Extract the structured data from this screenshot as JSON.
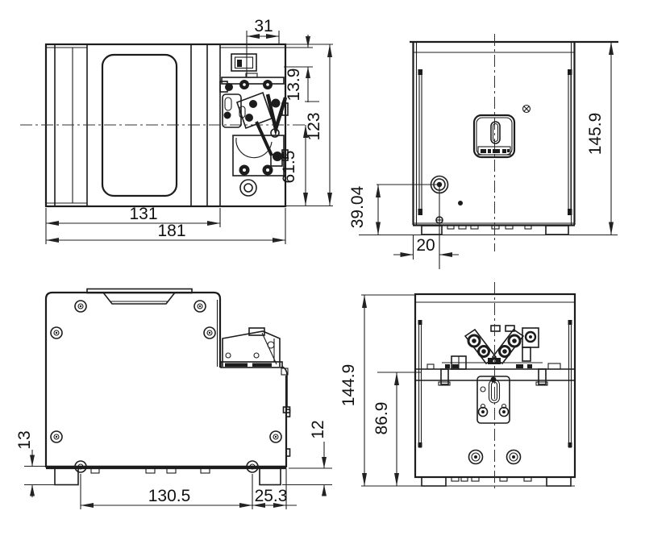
{
  "drawing": {
    "views": {
      "front": {
        "dims": {
          "switch_offset": "31",
          "rail_offset": "13.9",
          "height": "123",
          "lower_height": "61.5",
          "body_width": "131",
          "total_width": "181"
        }
      },
      "side": {
        "dims": {
          "height_total": "145.9",
          "knob_height": "39.04",
          "knob_offset": "20"
        }
      },
      "rear_side": {
        "dims": {
          "base_left": "13",
          "base_right": "12",
          "foot_span": "130.5",
          "overhang": "25.3"
        }
      },
      "rear": {
        "dims": {
          "height_total": "144.9",
          "table_height": "86.9"
        }
      }
    }
  }
}
